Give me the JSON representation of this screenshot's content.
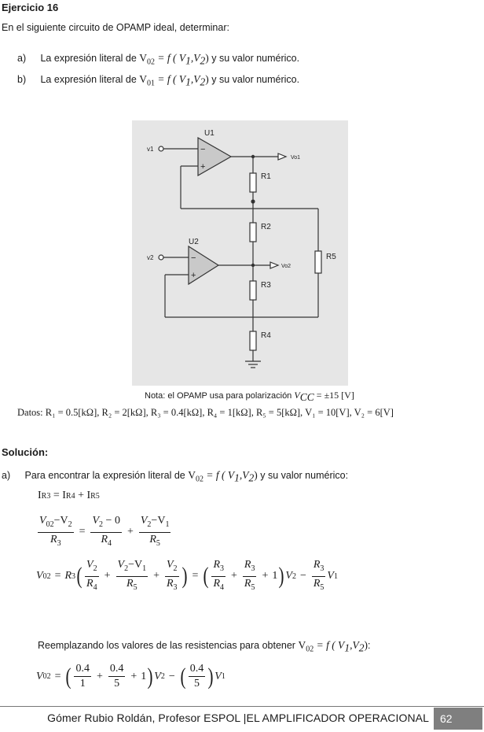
{
  "header": {
    "title": "Ejercicio 16",
    "intro": "En el siguiente circuito de OPAMP ideal, determinar:"
  },
  "questions": [
    {
      "label": "a)",
      "text_before": "La expresión literal de",
      "var": "V",
      "var_sub": "02",
      "func": "= f ( V",
      "f_sub1": "1",
      "f_mid": ",V",
      "f_sub2": "2",
      "f_end": ")",
      "text_after": "y su valor numérico."
    },
    {
      "label": "b)",
      "text_before": "La expresión literal de",
      "var": "V",
      "var_sub": "01",
      "func": "= f ( V",
      "f_sub1": "1",
      "f_mid": ",V",
      "f_sub2": "2",
      "f_end": ")",
      "text_after": "y su valor numérico."
    }
  ],
  "circuit": {
    "u1": "U1",
    "u2": "U2",
    "v1": "v1",
    "v2": "v2",
    "vo1": "Vo1",
    "vo2": "Vo2",
    "r1": "R1",
    "r2": "R2",
    "r3": "R3",
    "r4": "R4",
    "r5": "R5",
    "minus": "−",
    "plus": "+"
  },
  "nota": {
    "text": "Nota: el OPAMP usa para polarización",
    "expr": "V",
    "expr_sub": "CC",
    "expr_rest": "= ±15 [V]"
  },
  "datos": {
    "text": "Datos: R₁ = 0.5[kΩ],  R₂ = 2[kΩ],  R₃ = 0.4[kΩ],  R₄ = 1[kΩ],  R₅ = 5[kΩ],  V₁ = 10[V],  V₂ = 6[V]"
  },
  "solution": {
    "title": "Solución:",
    "a_label": "a)",
    "a_text_before": "Para encontrar la expresión literal de",
    "a_text_after": "y su valor numérico:",
    "eq1": "I",
    "eq1_sub": "R3",
    "eq1_mid": "= I",
    "eq1_sub2": "R4",
    "eq1_mid2": "+ I",
    "eq1_sub3": "R5",
    "reemplazando": "Reemplazando los valores de las resistencias para obtener",
    "eq4_num1": "0.4",
    "eq4_den1": "1",
    "eq4_num2": "0.4",
    "eq4_den2": "5",
    "eq4_num3": "0.4",
    "eq4_den3": "5"
  },
  "footer": {
    "text": "Gómer Rubio Roldán, Profesor ESPOL |EL AMPLIFICADOR OPERACIONAL",
    "page": "62"
  }
}
